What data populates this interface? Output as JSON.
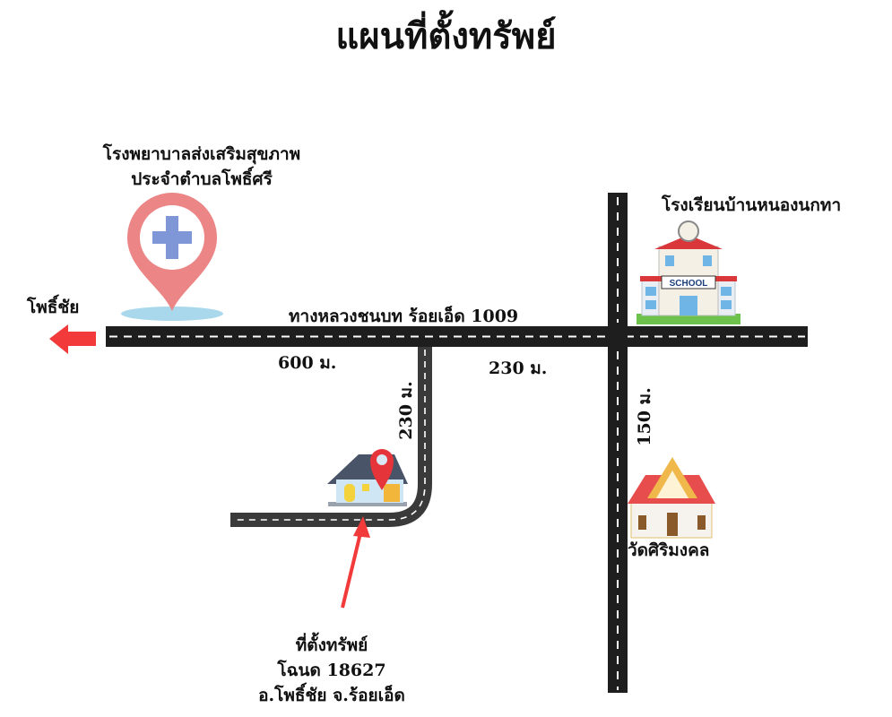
{
  "title": "แผนที่ตั้งทรัพย์",
  "hospital": {
    "line1": "โรงพยาบาลส่งเสริมสุขภาพ",
    "line2": "ประจำตำบลโพธิ์ศรี"
  },
  "direction_left": "โพธิ์ชัย",
  "main_road": "ทางหลวงชนบท ร้อยเอ็ด 1009",
  "distances": {
    "west": "600 ม.",
    "east": "230 ม.",
    "side_road": "230 ม.",
    "south": "150 ม."
  },
  "school": {
    "label": "โรงเรียนบ้านหนองนกทา",
    "sign": "SCHOOL"
  },
  "temple": {
    "label": "วัดศิริมงคล"
  },
  "property": {
    "line1": "ที่ตั้งทรัพย์",
    "line2": "โฉนด 18627",
    "line3": "อ.โพธิ์ชัย จ.ร้อยเอ็ด"
  },
  "colors": {
    "road": "#1e1e1e",
    "arrow": "#f23a3a",
    "pin": "#ec8585",
    "cross": "#7f97d6"
  }
}
